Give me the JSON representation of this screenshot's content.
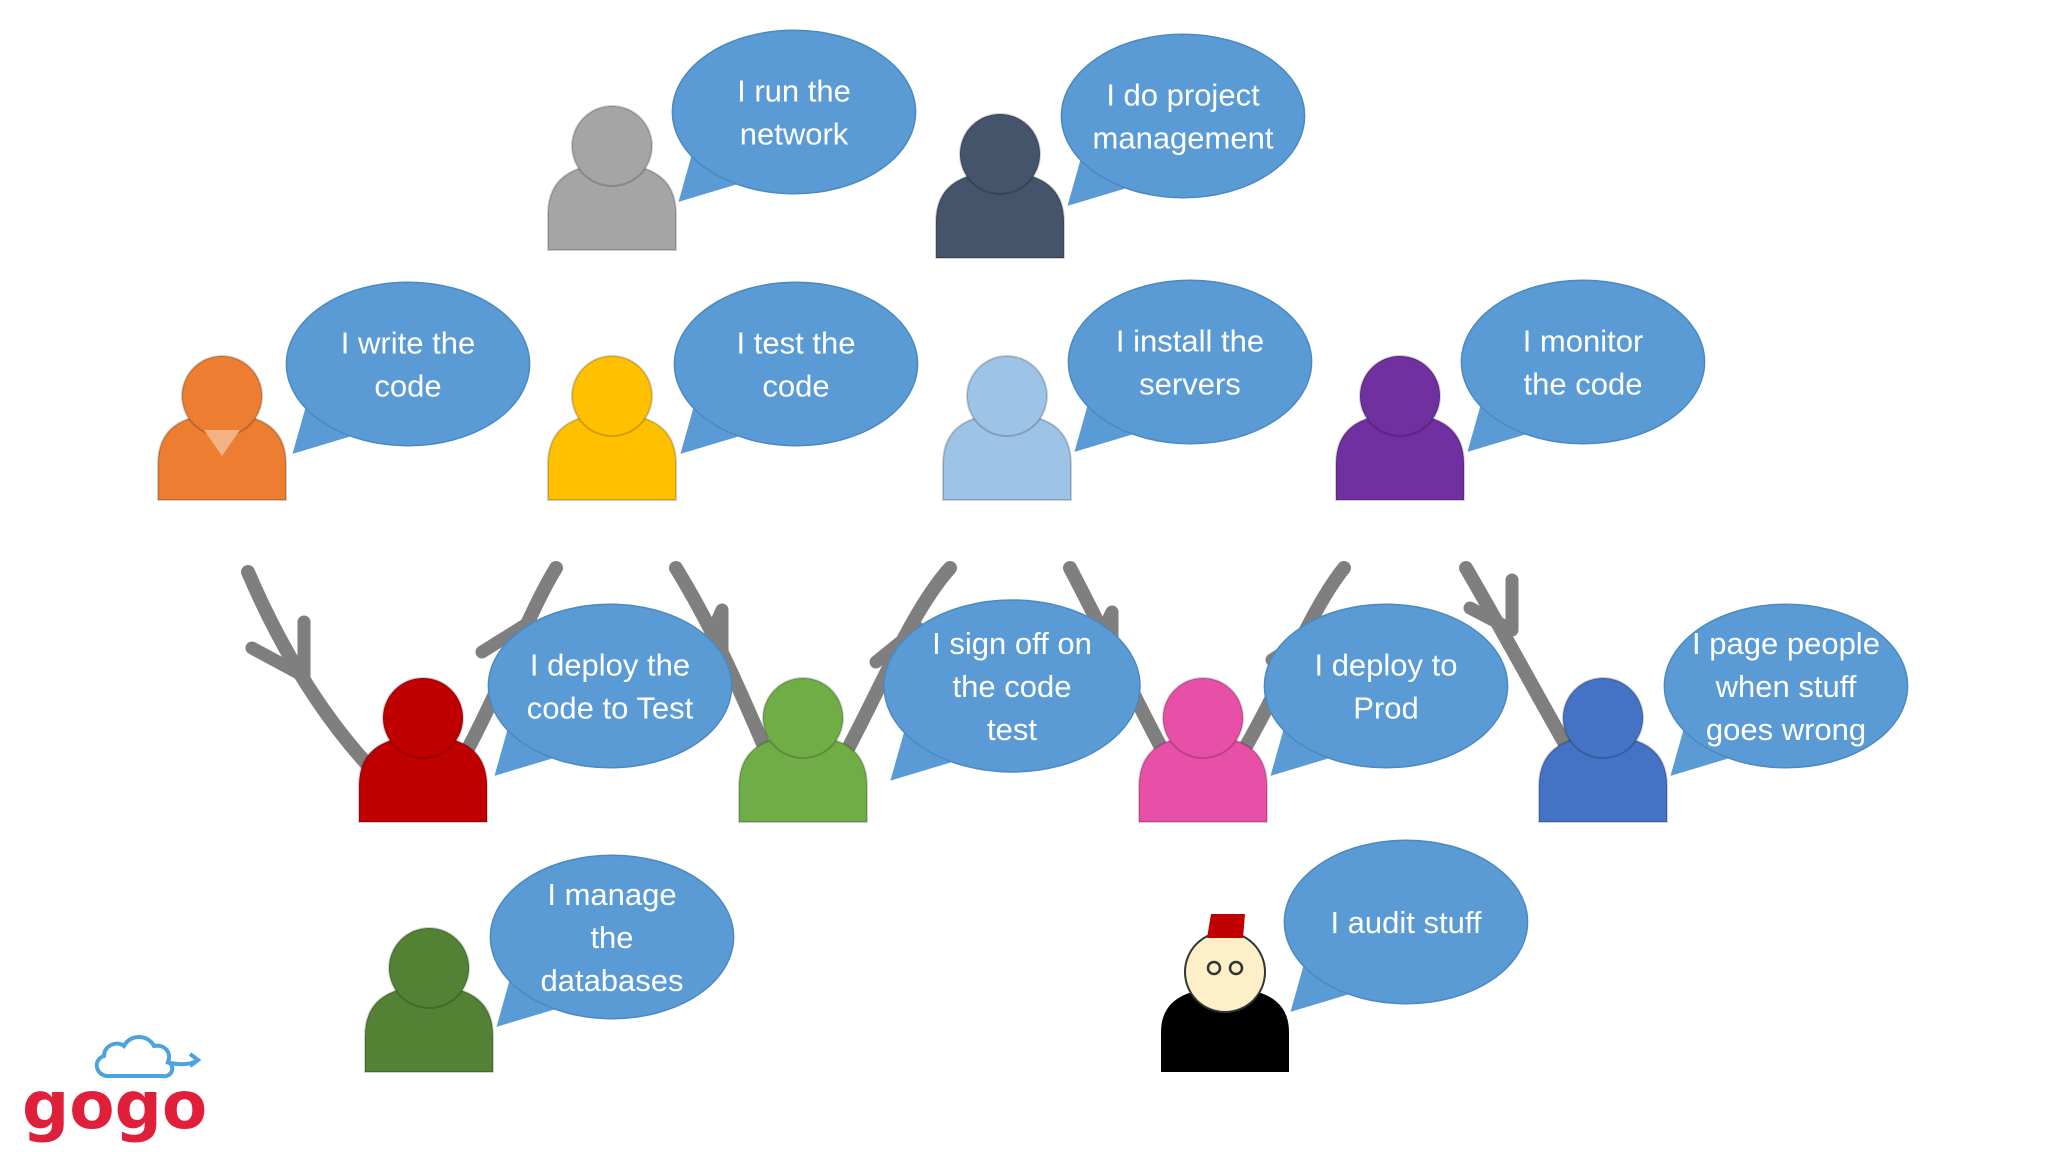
{
  "colors": {
    "bubble": "#5b9bd5",
    "bubble_text": "#ffffff",
    "arrow": "#7f7f7f",
    "logo_red": "#e0203a",
    "logo_cloud": "#4aa3df"
  },
  "roles": [
    {
      "id": "developer",
      "label": [
        "I write the",
        "code"
      ],
      "color": "#ed7d31"
    },
    {
      "id": "network",
      "label": [
        "I run the",
        "network"
      ],
      "color": "#a5a5a5"
    },
    {
      "id": "tester",
      "label": [
        "I test the",
        "code"
      ],
      "color": "#ffc000"
    },
    {
      "id": "project-manager",
      "label": [
        "I do project",
        "management"
      ],
      "color": "#44546a"
    },
    {
      "id": "server-admin",
      "label": [
        "I install the",
        "servers"
      ],
      "color": "#9dc3e6"
    },
    {
      "id": "monitoring",
      "label": [
        "I monitor",
        "the code"
      ],
      "color": "#7030a0"
    },
    {
      "id": "test-deployer",
      "label": [
        "I deploy the",
        "code to Test"
      ],
      "color": "#c00000"
    },
    {
      "id": "test-signoff",
      "label": [
        "I sign off on",
        "the code",
        "test"
      ],
      "color": "#70ad47"
    },
    {
      "id": "prod-deployer",
      "label": [
        "I deploy to",
        "Prod"
      ],
      "color": "#e84fa6"
    },
    {
      "id": "on-call",
      "label": [
        "I page people",
        "when stuff",
        "goes wrong"
      ],
      "color": "#4472c4"
    },
    {
      "id": "dba",
      "label": [
        "I manage",
        "the",
        "databases"
      ],
      "color": "#548235"
    },
    {
      "id": "auditor",
      "label": [
        "I audit stuff"
      ],
      "color": "#000000",
      "hat_color": "#c00000",
      "face_color": "#fdf0c8"
    }
  ],
  "logo": {
    "text": "gogo"
  }
}
